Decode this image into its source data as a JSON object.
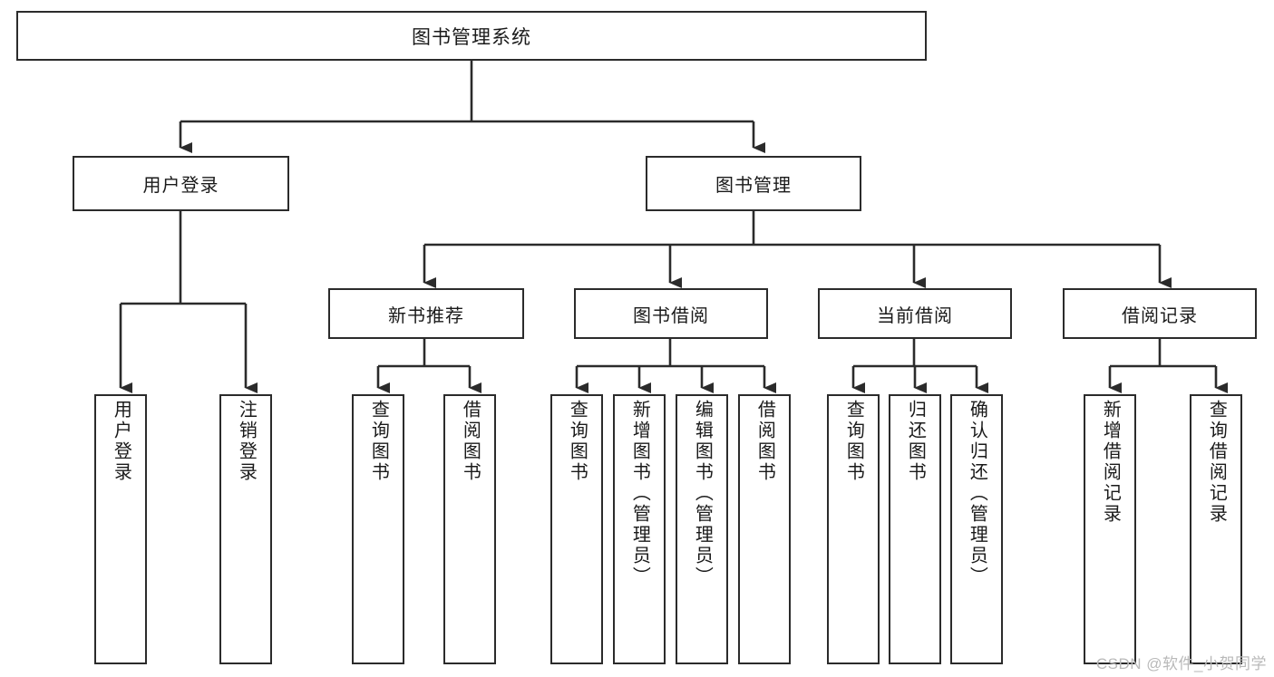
{
  "diagram": {
    "title": "图书管理系统",
    "type": "hierarchy-tree",
    "stroke_color": "#2b2b2b",
    "fill_color": "#ffffff",
    "text_color": "#1a1a1a"
  },
  "nodes": {
    "root": {
      "label": "图书管理系统",
      "level": 0
    },
    "level1": [
      {
        "id": "user-login",
        "label": "用户登录"
      },
      {
        "id": "book-manage",
        "label": "图书管理"
      }
    ],
    "level2": [
      {
        "id": "new-book-recommend",
        "label": "新书推荐",
        "parent": "book-manage"
      },
      {
        "id": "book-borrow",
        "label": "图书借阅",
        "parent": "book-manage"
      },
      {
        "id": "current-borrow",
        "label": "当前借阅",
        "parent": "book-manage"
      },
      {
        "id": "borrow-record",
        "label": "借阅记录",
        "parent": "book-manage"
      }
    ],
    "leaves": {
      "user_login": [
        {
          "id": "leaf-user-login",
          "label": "用户登录"
        },
        {
          "id": "leaf-user-logout",
          "label": "注销登录"
        }
      ],
      "new_book_recommend": [
        {
          "id": "leaf-query-book-1",
          "label": "查询图书"
        },
        {
          "id": "leaf-borrow-book-1",
          "label": "借阅图书"
        }
      ],
      "book_borrow": [
        {
          "id": "leaf-query-book-2",
          "label": "查询图书"
        },
        {
          "id": "leaf-add-book",
          "label": "新增图书（管理员）"
        },
        {
          "id": "leaf-edit-book",
          "label": "编辑图书（管理员）"
        },
        {
          "id": "leaf-borrow-book-2",
          "label": "借阅图书"
        }
      ],
      "current_borrow": [
        {
          "id": "leaf-query-book-3",
          "label": "查询图书"
        },
        {
          "id": "leaf-return-book",
          "label": "归还图书"
        },
        {
          "id": "leaf-confirm-return",
          "label": "确认归还（管理员）"
        }
      ],
      "borrow_record": [
        {
          "id": "leaf-add-record",
          "label": "新增借阅记录"
        },
        {
          "id": "leaf-query-record",
          "label": "查询借阅记录"
        }
      ]
    }
  },
  "watermark": {
    "text": "CSDN @软件_小贺同学"
  }
}
